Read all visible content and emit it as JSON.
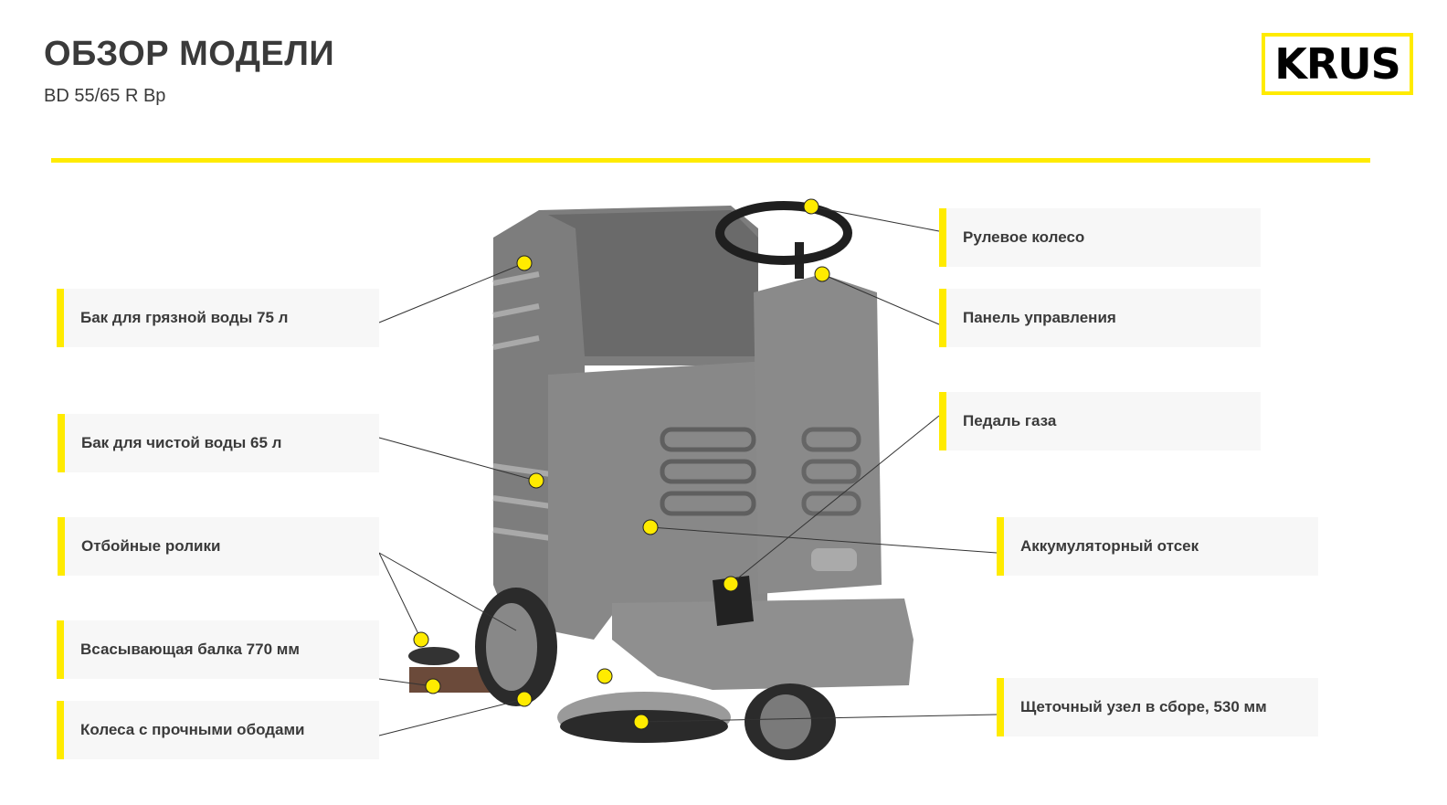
{
  "header": {
    "title": "ОБЗОР МОДЕЛИ",
    "subtitle": "BD 55/65 R Bp"
  },
  "logo": {
    "text": "KRUS"
  },
  "colors": {
    "accent": "#ffeb00",
    "text": "#3a3a3a",
    "label_bg": "#f7f7f7"
  },
  "callouts_left": [
    {
      "label": "Бак для грязной воды 75 л"
    },
    {
      "label": "Бак для чистой воды 65 л"
    },
    {
      "label": "Отбойные ролики"
    },
    {
      "label": "Всасывающая балка 770 мм"
    },
    {
      "label": "Колеса с прочными ободами"
    }
  ],
  "callouts_right": [
    {
      "label": "Рулевое колесо"
    },
    {
      "label": "Панель управления"
    },
    {
      "label": "Педаль газа"
    },
    {
      "label": "Аккумуляторный отсек"
    },
    {
      "label": "Щеточный узел в сборе, 530 мм"
    }
  ]
}
